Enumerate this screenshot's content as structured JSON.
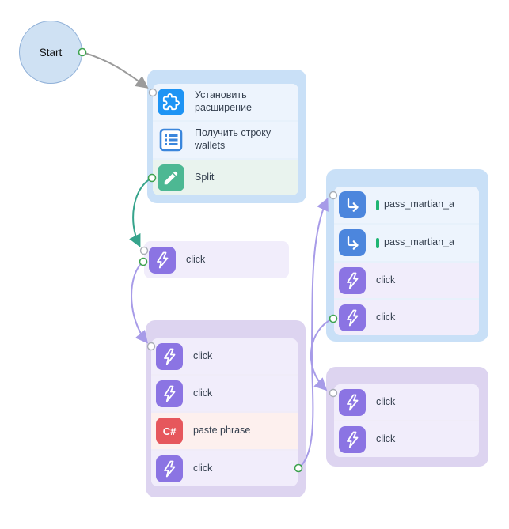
{
  "start_node": {
    "label": "Start"
  },
  "single_node": {
    "icon": "lightning-icon",
    "label": "click"
  },
  "groups": [
    {
      "name": "setup",
      "items": [
        {
          "icon": "puzzle-icon",
          "label": "Установить расширение"
        },
        {
          "icon": "list-icon",
          "label": "Получить строку wallets"
        },
        {
          "icon": "pencil-icon",
          "label": "Split"
        }
      ]
    },
    {
      "name": "wallet-actions",
      "items": [
        {
          "icon": "lightning-icon",
          "label": "click"
        },
        {
          "icon": "lightning-icon",
          "label": "click"
        },
        {
          "icon": "csharp-icon",
          "label": "paste phrase"
        },
        {
          "icon": "lightning-icon",
          "label": "click"
        }
      ]
    },
    {
      "name": "passphrase-entry",
      "items": [
        {
          "icon": "enter-text-icon",
          "label": "pass_martian_a",
          "marker": true
        },
        {
          "icon": "enter-text-icon",
          "label": "pass_martian_a",
          "marker": true
        },
        {
          "icon": "lightning-icon",
          "label": "click"
        },
        {
          "icon": "lightning-icon",
          "label": "click"
        }
      ]
    },
    {
      "name": "final-clicks",
      "items": [
        {
          "icon": "lightning-icon",
          "label": "click"
        },
        {
          "icon": "lightning-icon",
          "label": "click"
        }
      ]
    }
  ],
  "edges": [
    {
      "from": "start",
      "to": "setup-group",
      "color": "#9b9b9b"
    },
    {
      "from": "split-action",
      "to": "click-node",
      "color": "#36a48c"
    },
    {
      "from": "click-node",
      "to": "wallet-actions-group",
      "color": "#a79be8"
    },
    {
      "from": "wallet-actions-group",
      "to": "passphrase-entry-group",
      "color": "#a79be8"
    },
    {
      "from": "passphrase-entry-group",
      "to": "final-clicks-group",
      "color": "#a79be8"
    }
  ],
  "colors": {
    "group_blue": "#c9e0f7",
    "group_purple": "#ddd4f0",
    "row_blue": "#edf4fd",
    "row_green": "#e9f3ee",
    "row_purple": "#f1edfb",
    "row_red": "#fdf0ee",
    "icon_blue": "#1e94f4",
    "icon_green": "#4db893",
    "icon_purple": "#8b74e3",
    "icon_red": "#e6575c",
    "icon_arrow_blue": "#4c86dd",
    "edge_gray": "#9b9b9b",
    "edge_green": "#36a48c",
    "edge_purple": "#a79be8",
    "port_output_green": "#3ea34f",
    "port_input_gray": "#a8adb5",
    "variable_marker_green": "#1fb573",
    "start_fill": "#cfe1f3",
    "start_border": "#8fb0d8"
  }
}
